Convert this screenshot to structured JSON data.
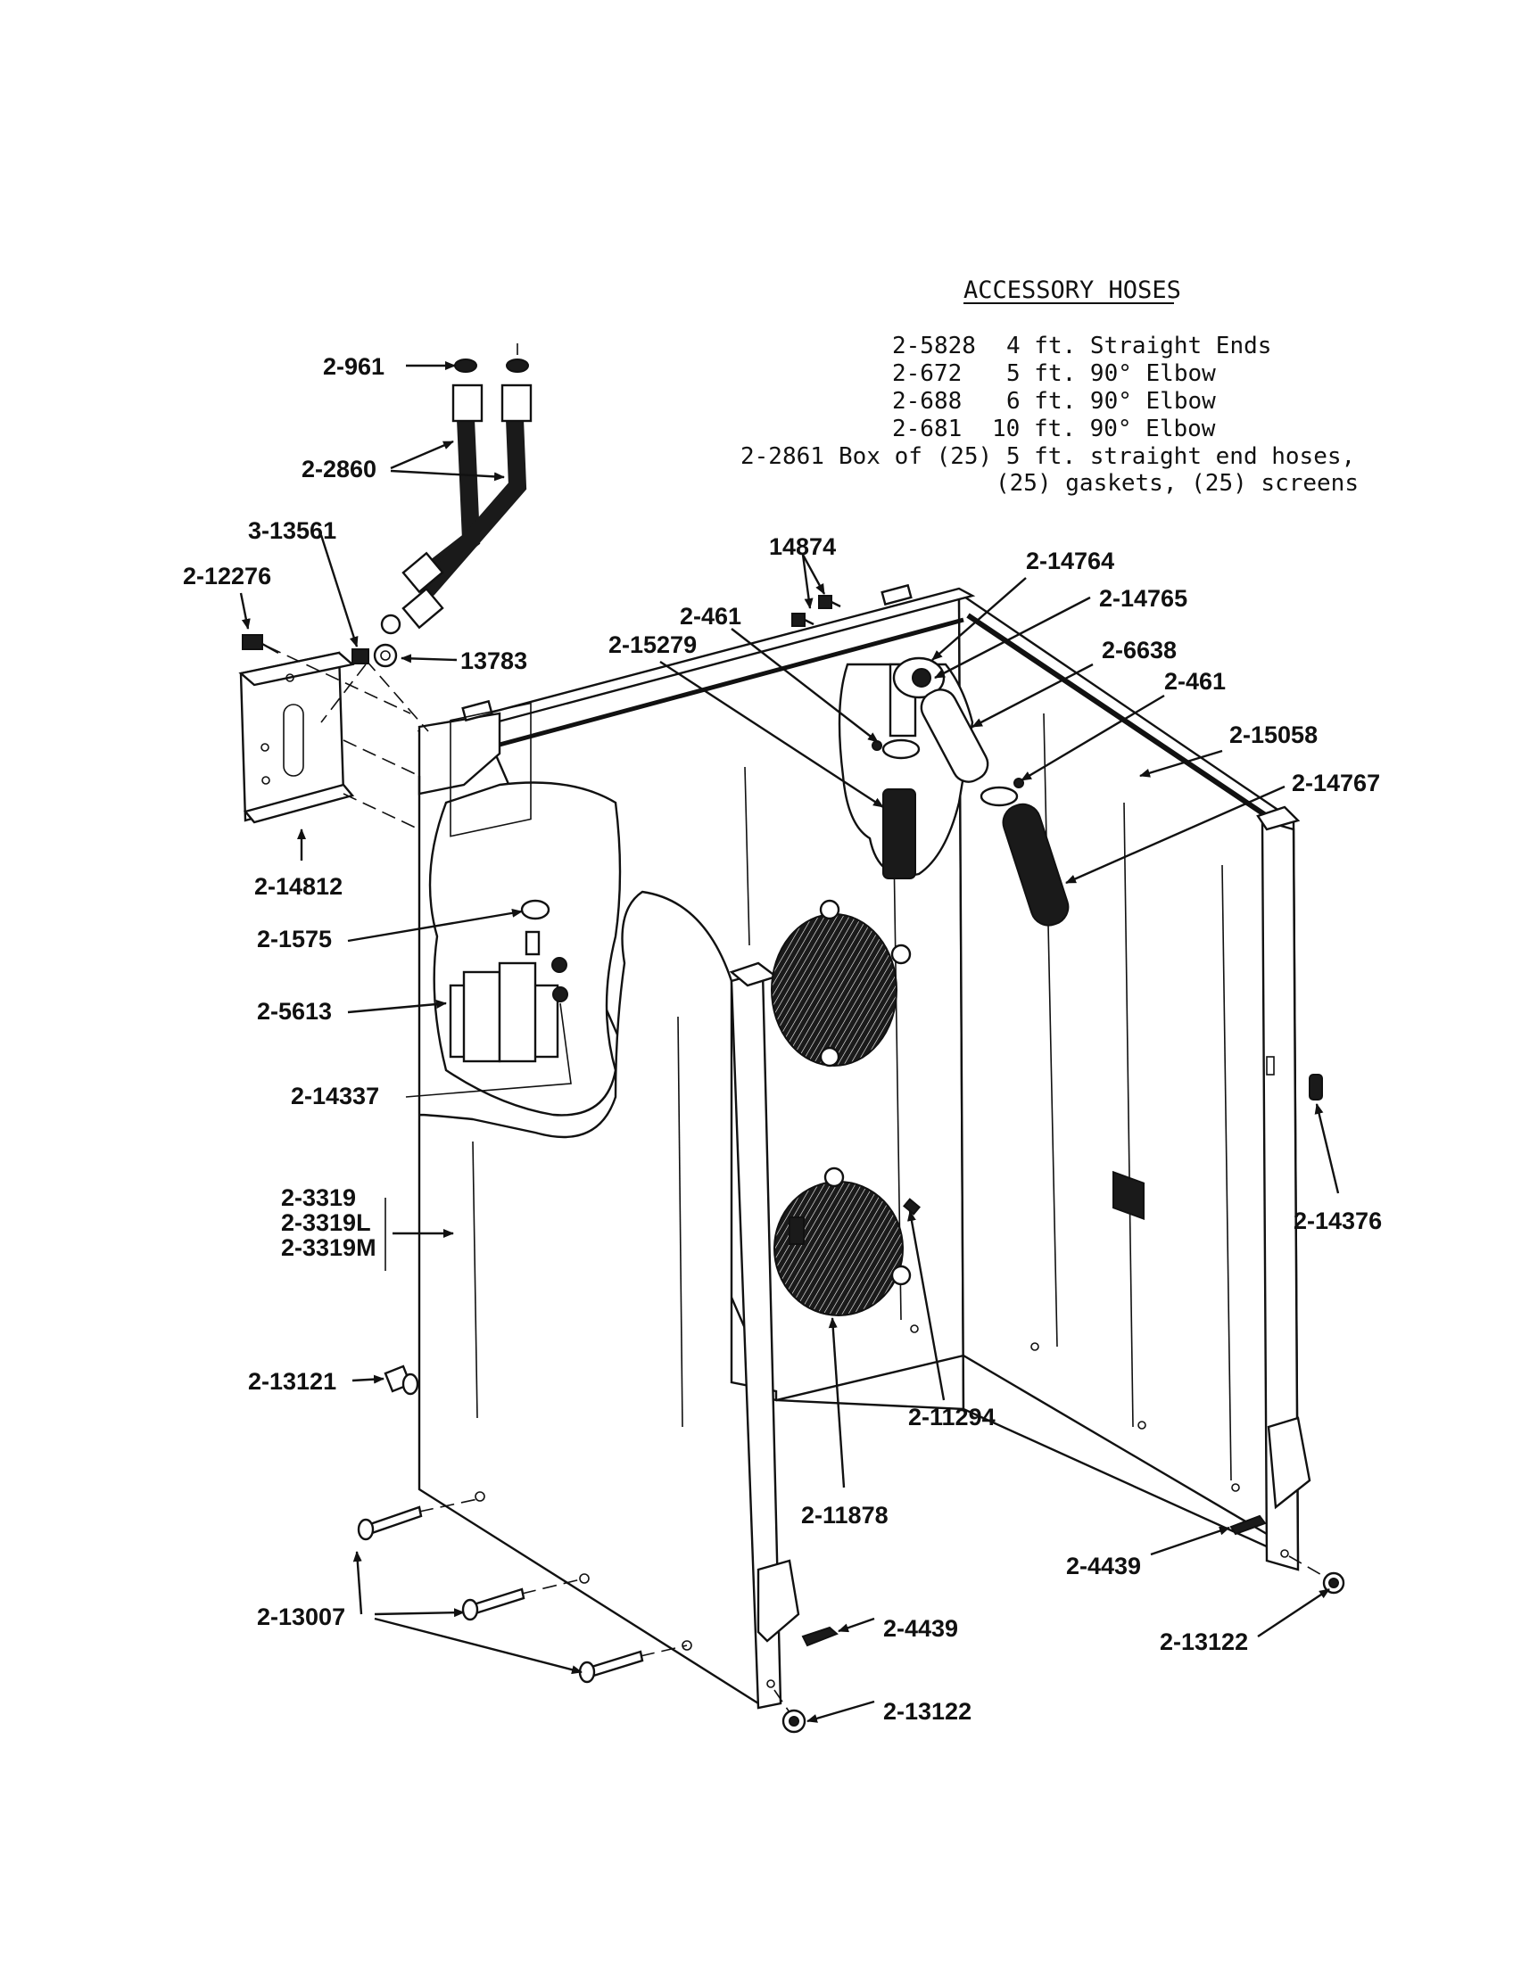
{
  "accessory_hoses": {
    "title": "ACCESSORY HOSES",
    "rows": [
      {
        "part": "2-5828",
        "desc": "4 ft. Straight Ends"
      },
      {
        "part": "2-672",
        "desc": "5 ft. 90° Elbow"
      },
      {
        "part": "2-688",
        "desc": "6 ft. 90° Elbow"
      },
      {
        "part": "2-681",
        "desc": "10 ft. 90° Elbow"
      },
      {
        "part": "2-2861",
        "desc": "Box of (25) 5 ft. straight end hoses,"
      }
    ],
    "continuation": "(25) gaskets, (25) screens"
  },
  "labels": {
    "p2_961": "2-961",
    "p2_2860": "2-2860",
    "p3_13561": "3-13561",
    "p2_12276": "2-12276",
    "p13783": "13783",
    "p14874": "14874",
    "p2_14764": "2-14764",
    "p2_14765": "2-14765",
    "p2_461_a": "2-461",
    "p2_15279": "2-15279",
    "p2_6638": "2-6638",
    "p2_461_b": "2-461",
    "p2_15058": "2-15058",
    "p2_14767": "2-14767",
    "p2_14812": "2-14812",
    "p2_1575": "2-1575",
    "p2_5613": "2-5613",
    "p2_14337": "2-14337",
    "p2_3319": "2-3319",
    "p2_3319L": "2-3319L",
    "p2_3319M": "2-3319M",
    "p2_13121": "2-13121",
    "p2_14376": "2-14376",
    "p2_11294": "2-11294",
    "p2_11878": "2-11878",
    "p2_4439_a": "2-4439",
    "p2_13122_a": "2-13122",
    "p2_13007": "2-13007",
    "p2_4439_b": "2-4439",
    "p2_13122_b": "2-13122"
  }
}
